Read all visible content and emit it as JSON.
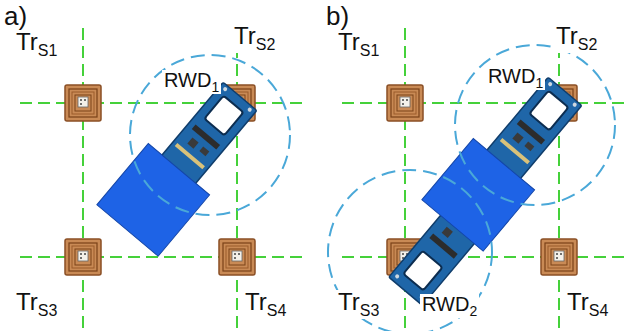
{
  "diagram": {
    "labels": [
      "a)",
      "b)",
      "Tr",
      "S1",
      "Tr",
      "S2",
      "Tr",
      "S3",
      "Tr",
      "S4",
      "RWD",
      "1",
      "Tr",
      "S1",
      "Tr",
      "S2",
      "Tr",
      "S3",
      "Tr",
      "S4",
      "RWD",
      "1",
      "RWD",
      "2"
    ]
  }
}
